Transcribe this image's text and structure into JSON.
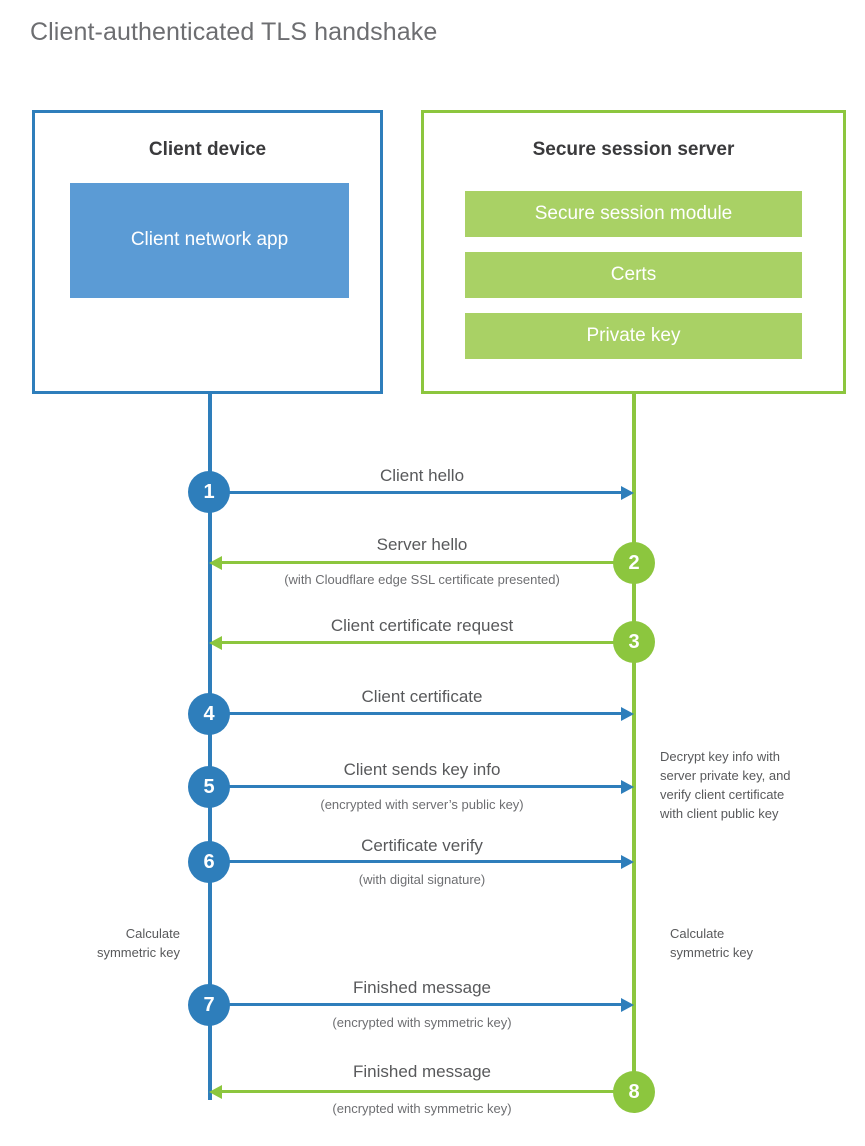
{
  "diagram": {
    "title": "Client-authenticated TLS handshake",
    "colors": {
      "client_blue": "#2e7ebb",
      "client_app_fill": "#5b9bd5",
      "server_green": "#8cc63e",
      "server_item_fill": "#a9d165",
      "text_gray": "#58595b",
      "title_gray": "#6d6e71"
    }
  },
  "client": {
    "title": "Client device",
    "app_label": "Client network app",
    "calc_note": "Calculate\nsymmetric key",
    "calc_note_line1": "Calculate",
    "calc_note_line2": "symmetric key"
  },
  "server": {
    "title": "Secure session server",
    "components": [
      {
        "label": "Secure session module"
      },
      {
        "label": "Certs"
      },
      {
        "label": "Private key"
      }
    ],
    "decrypt_note_line1": "Decrypt key info with",
    "decrypt_note_line2": "server private key, and",
    "decrypt_note_line3": "verify client certificate",
    "decrypt_note_line4": "with client public key",
    "calc_note_line1": "Calculate",
    "calc_note_line2": "symmetric key"
  },
  "steps": [
    {
      "number": "1",
      "label": "Client hello",
      "sub": "",
      "direction": "client-to-server",
      "color": "blue"
    },
    {
      "number": "2",
      "label": "Server hello",
      "sub": "(with Cloudflare edge SSL certificate presented)",
      "direction": "server-to-client",
      "color": "green"
    },
    {
      "number": "3",
      "label": "Client certificate request",
      "sub": "",
      "direction": "server-to-client",
      "color": "green"
    },
    {
      "number": "4",
      "label": "Client certificate",
      "sub": "",
      "direction": "client-to-server",
      "color": "blue"
    },
    {
      "number": "5",
      "label": "Client sends key info",
      "sub": "(encrypted with server’s public key)",
      "direction": "client-to-server",
      "color": "blue"
    },
    {
      "number": "6",
      "label": "Certificate verify",
      "sub": "(with digital signature)",
      "direction": "client-to-server",
      "color": "blue"
    },
    {
      "number": "7",
      "label": "Finished message",
      "sub": "(encrypted with symmetric key)",
      "direction": "client-to-server",
      "color": "blue"
    },
    {
      "number": "8",
      "label": "Finished message",
      "sub": "(encrypted with symmetric key)",
      "direction": "server-to-client",
      "color": "green"
    }
  ]
}
